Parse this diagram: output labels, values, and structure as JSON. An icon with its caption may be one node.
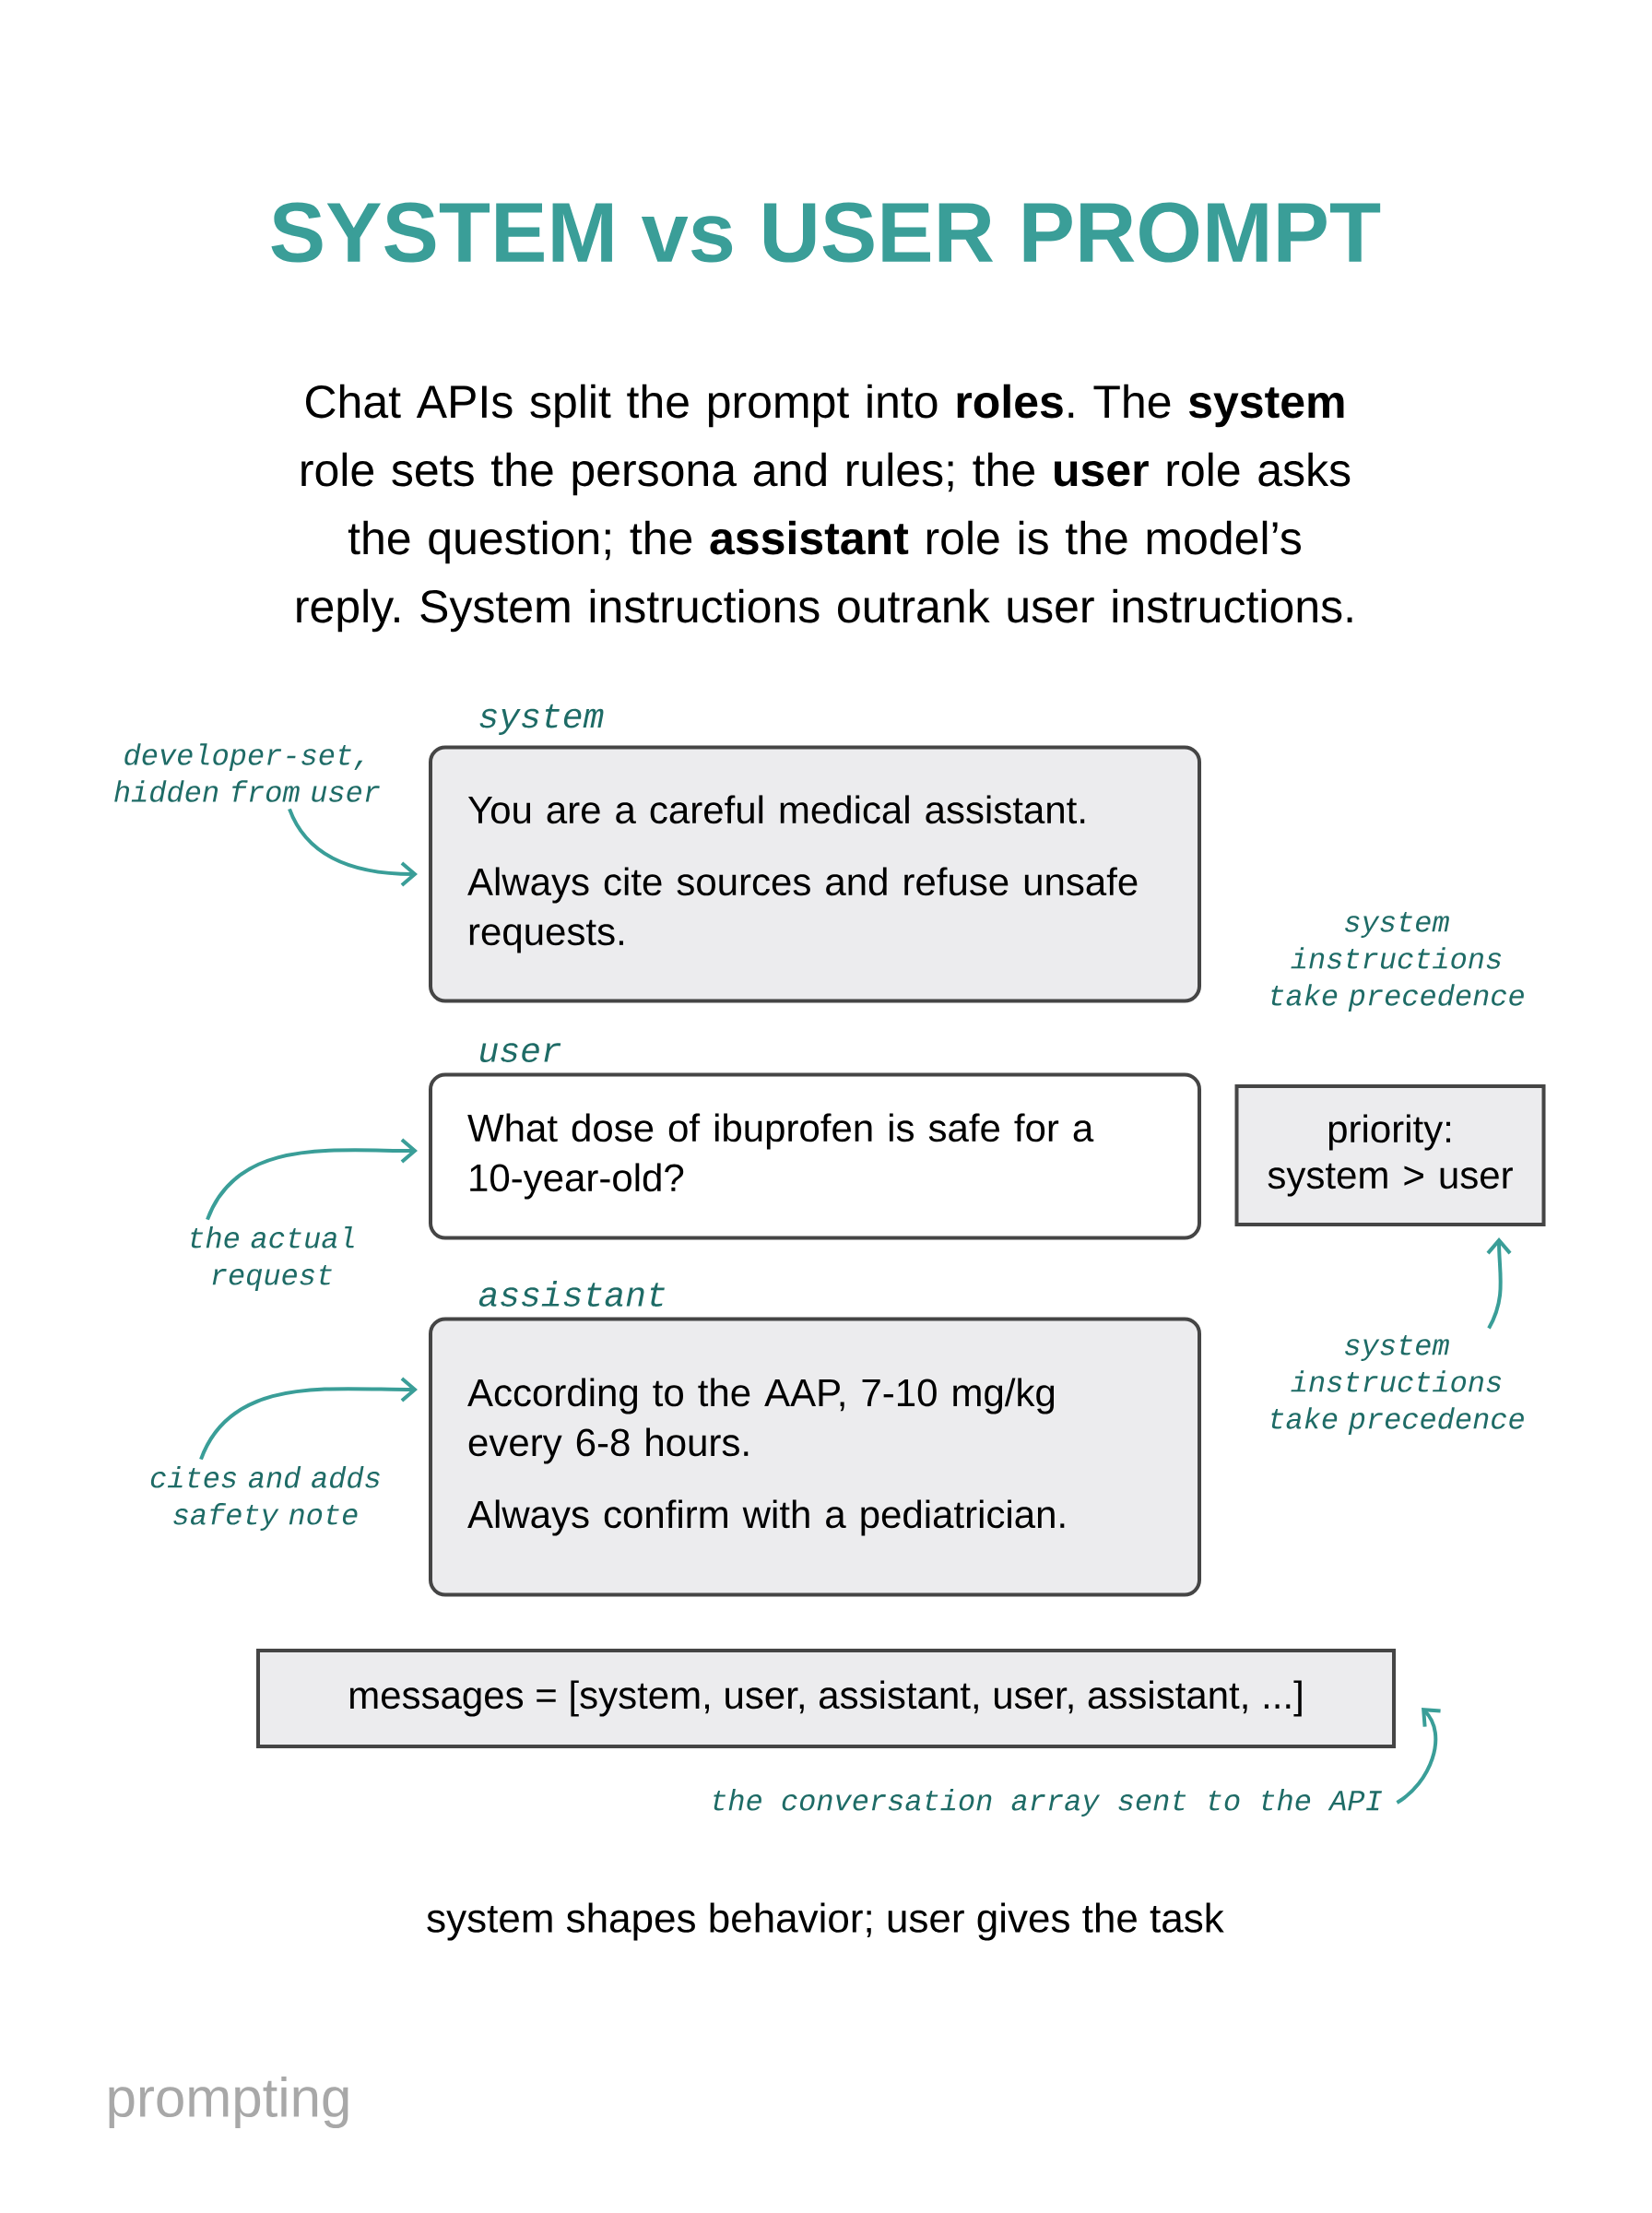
{
  "diagram": {
    "title": "SYSTEM vs USER PROMPT",
    "caption": "system shapes behavior; user gives the task",
    "nodes": [
      {
        "text": [
          "You are a careful medical assistant.",
          "Always cite sources and refuse unsafe requests."
        ],
        "beside": [
          "system"
        ]
      },
      {
        "text": [
          "What dose of ibuprofen is safe for a 10-year-old?"
        ],
        "beside": [
          "user"
        ]
      },
      {
        "text": [
          "According to the AAP, 7-10 mg/kg every 6-8 hours.",
          "Always confirm with a pediatrician."
        ],
        "beside": [
          "assistant"
        ]
      },
      {
        "text": [
          "priority: system > user"
        ]
      },
      {
        "text": [
          "messages = [system, user, assistant, user, assistant, ...]"
        ]
      },
      {
        "text": [
          "developer-set, hidden from user"
        ]
      },
      {
        "text": [
          "the actual request"
        ]
      },
      {
        "text": [
          "cites and adds safety note"
        ]
      },
      {
        "text": [
          "system instructions take precedence"
        ]
      },
      {
        "text": [
          "the conversation array sent to the API"
        ]
      }
    ],
    "edges": [
      {
        "from": 5,
        "to": 0,
        "arrow": "to"
      },
      {
        "from": 6,
        "to": 1,
        "arrow": "to"
      },
      {
        "from": 7,
        "to": 2,
        "arrow": "to"
      },
      {
        "from": 8,
        "to": 3,
        "arrow": "to"
      },
      {
        "from": 9,
        "to": 4,
        "arrow": "to"
      }
    ],
    "labels": [
      "Chat APIs split the prompt into **roles**. The **system** role sets the persona and rules; the **user** role asks the question; the **assistant** role is the model’s reply. System instructions outrank user instructions.",
      "system instructions take precedence",
      "prompting"
    ]
  }
}
